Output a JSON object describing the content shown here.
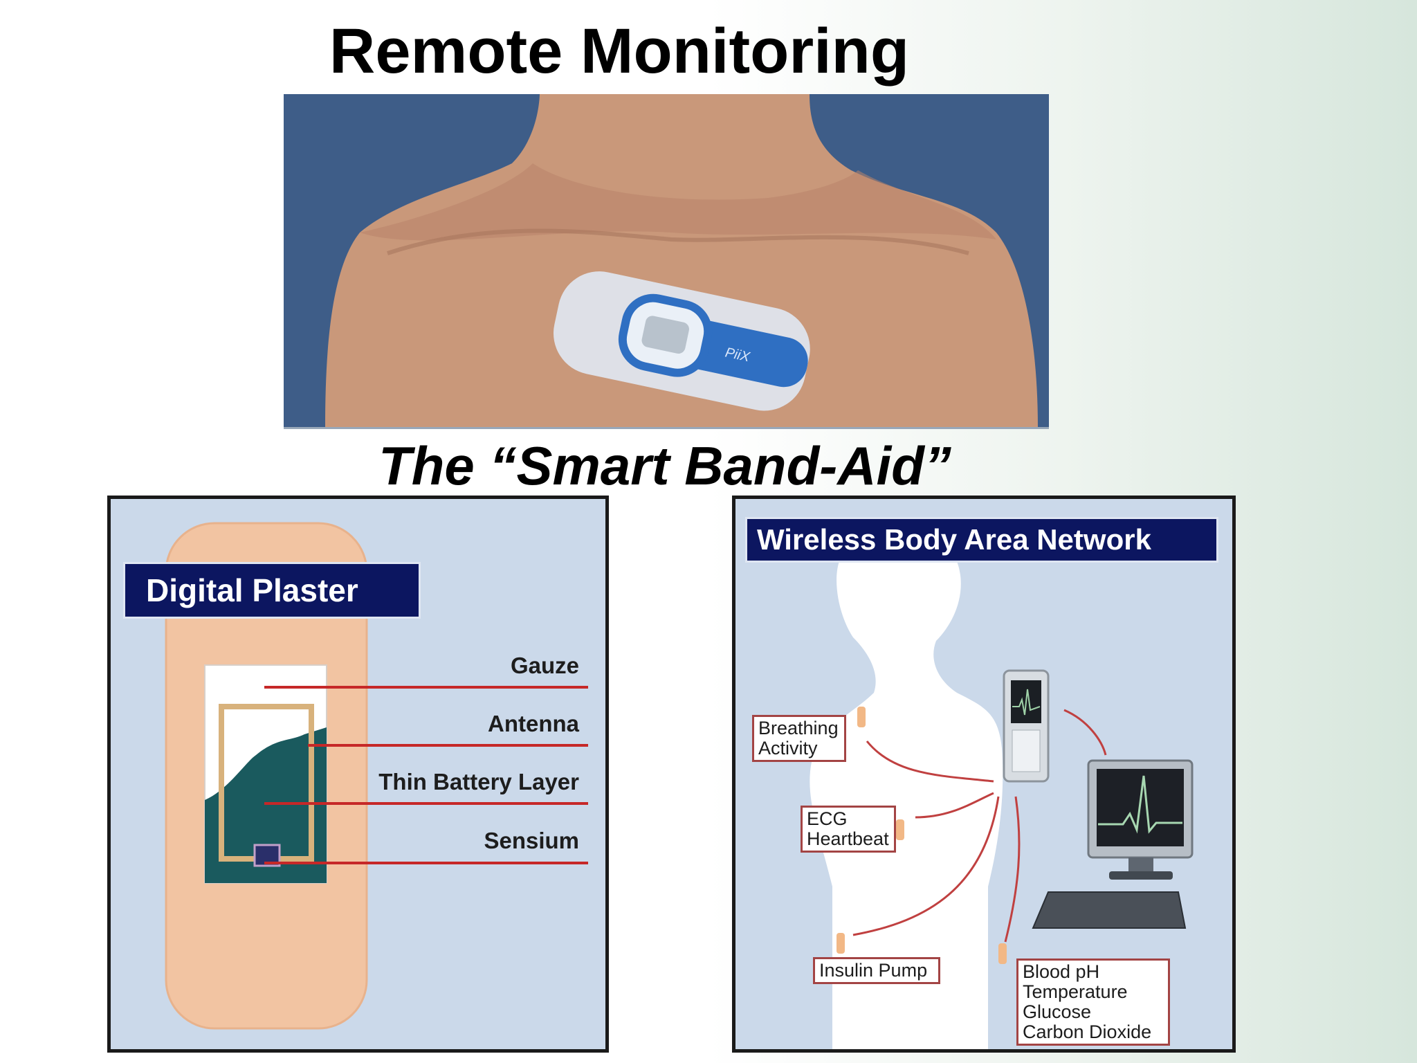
{
  "title": "Remote Monitoring",
  "subtitle": "The “Smart Band-Aid”",
  "photo": {
    "device_brand": "PiiX"
  },
  "digital_plaster": {
    "heading": "Digital Plaster",
    "layers": [
      {
        "label": "Gauze"
      },
      {
        "label": "Antenna"
      },
      {
        "label": "Thin Battery Layer"
      },
      {
        "label": "Sensium"
      }
    ],
    "colors": {
      "bandage": "#f2c4a2",
      "gauze": "#ffffff",
      "battery": "#1a5a5e",
      "leader_line": "#c62828"
    }
  },
  "wban": {
    "heading": "Wireless Body Area Network",
    "callouts": {
      "breathing": [
        "Breathing",
        "Activity"
      ],
      "ecg": [
        "ECG",
        "Heartbeat"
      ],
      "insulin": [
        "Insulin Pump"
      ],
      "blood": [
        "Blood pH",
        "Temperature",
        "Glucose",
        "Carbon Dioxide"
      ]
    },
    "colors": {
      "panel": "#cbd9ea",
      "heading_bg": "#0c1660",
      "link": "#c04040"
    }
  }
}
